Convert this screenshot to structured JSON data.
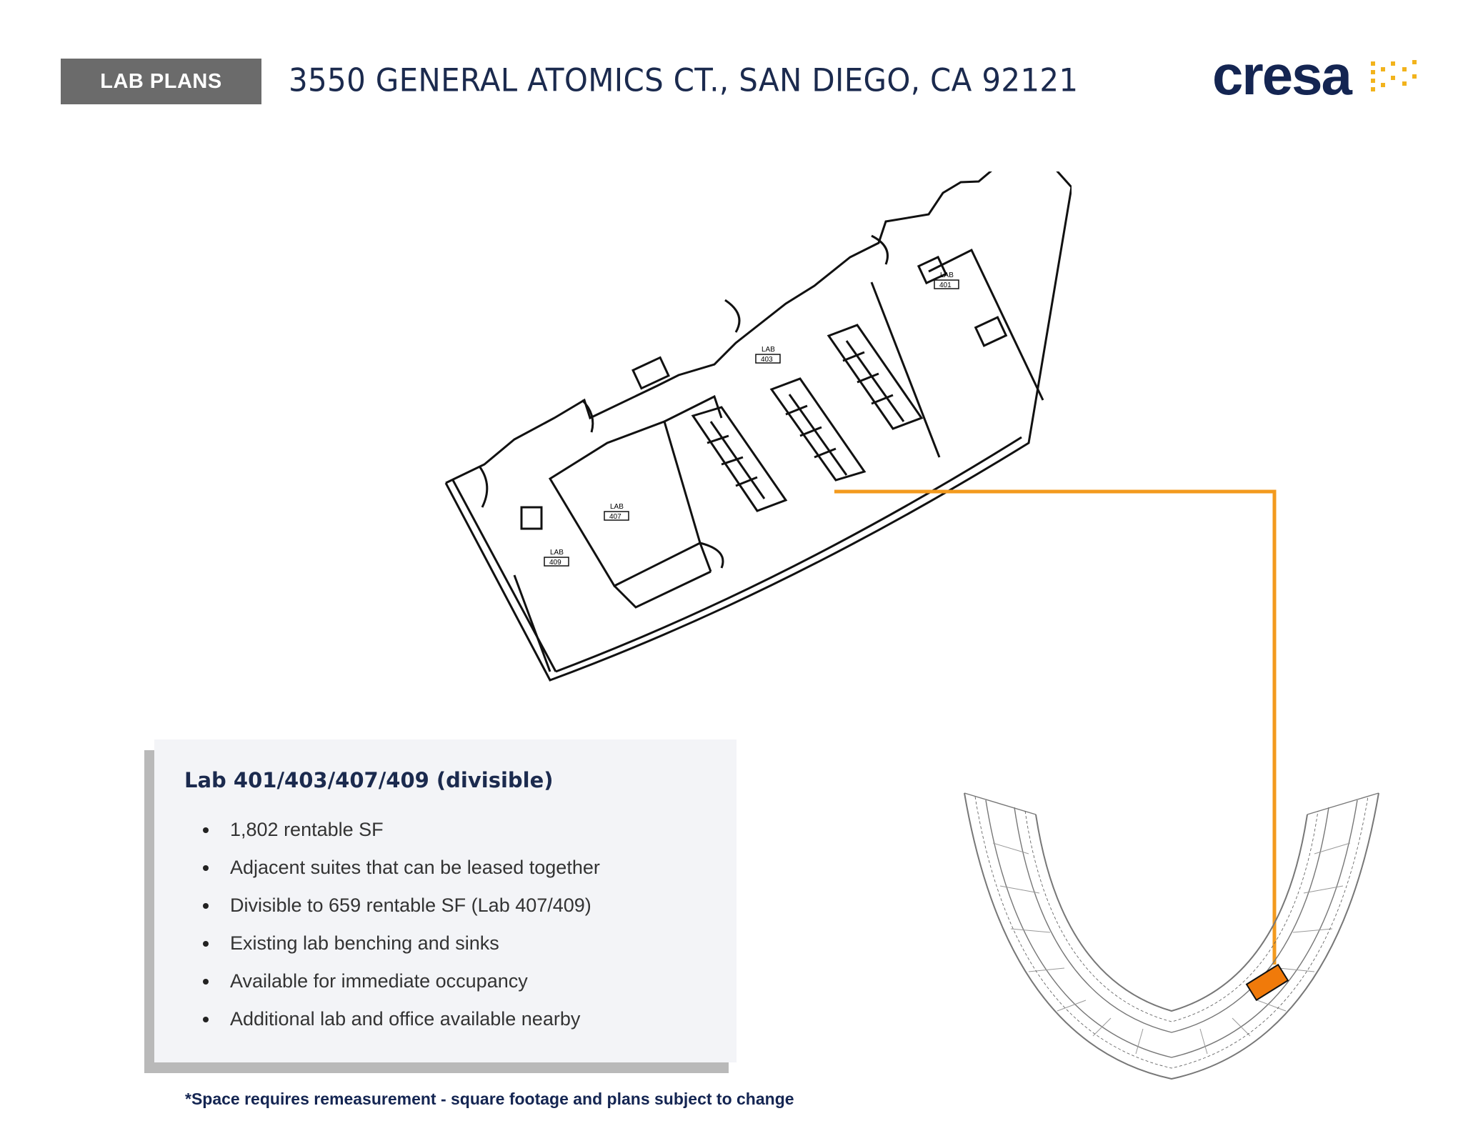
{
  "header": {
    "tag": "LAB PLANS",
    "address": "3550 GENERAL ATOMICS CT., SAN DIEGO, CA 92121",
    "logo_text": "cresa"
  },
  "colors": {
    "navy": "#1b2a4e",
    "tag_gray": "#6b6b6b",
    "accent_orange": "#f39a1e",
    "highlight_orange": "#f07a0a",
    "logo_gold": "#f2b31c"
  },
  "floorplan": {
    "rooms": [
      {
        "name": "LAB",
        "number": "401"
      },
      {
        "name": "LAB",
        "number": "403"
      },
      {
        "name": "LAB",
        "number": "407"
      },
      {
        "name": "LAB",
        "number": "409"
      }
    ]
  },
  "info": {
    "title": "Lab 401/403/407/409 (divisible)",
    "bullets": [
      "1,802 rentable SF",
      "Adjacent suites that can be leased together",
      "Divisible to 659 rentable SF (Lab 407/409)",
      "Existing lab benching and sinks",
      "Available for immediate occupancy",
      "Additional lab and office available nearby"
    ]
  },
  "footnote": "*Space requires remeasurement - square footage and plans subject to change"
}
